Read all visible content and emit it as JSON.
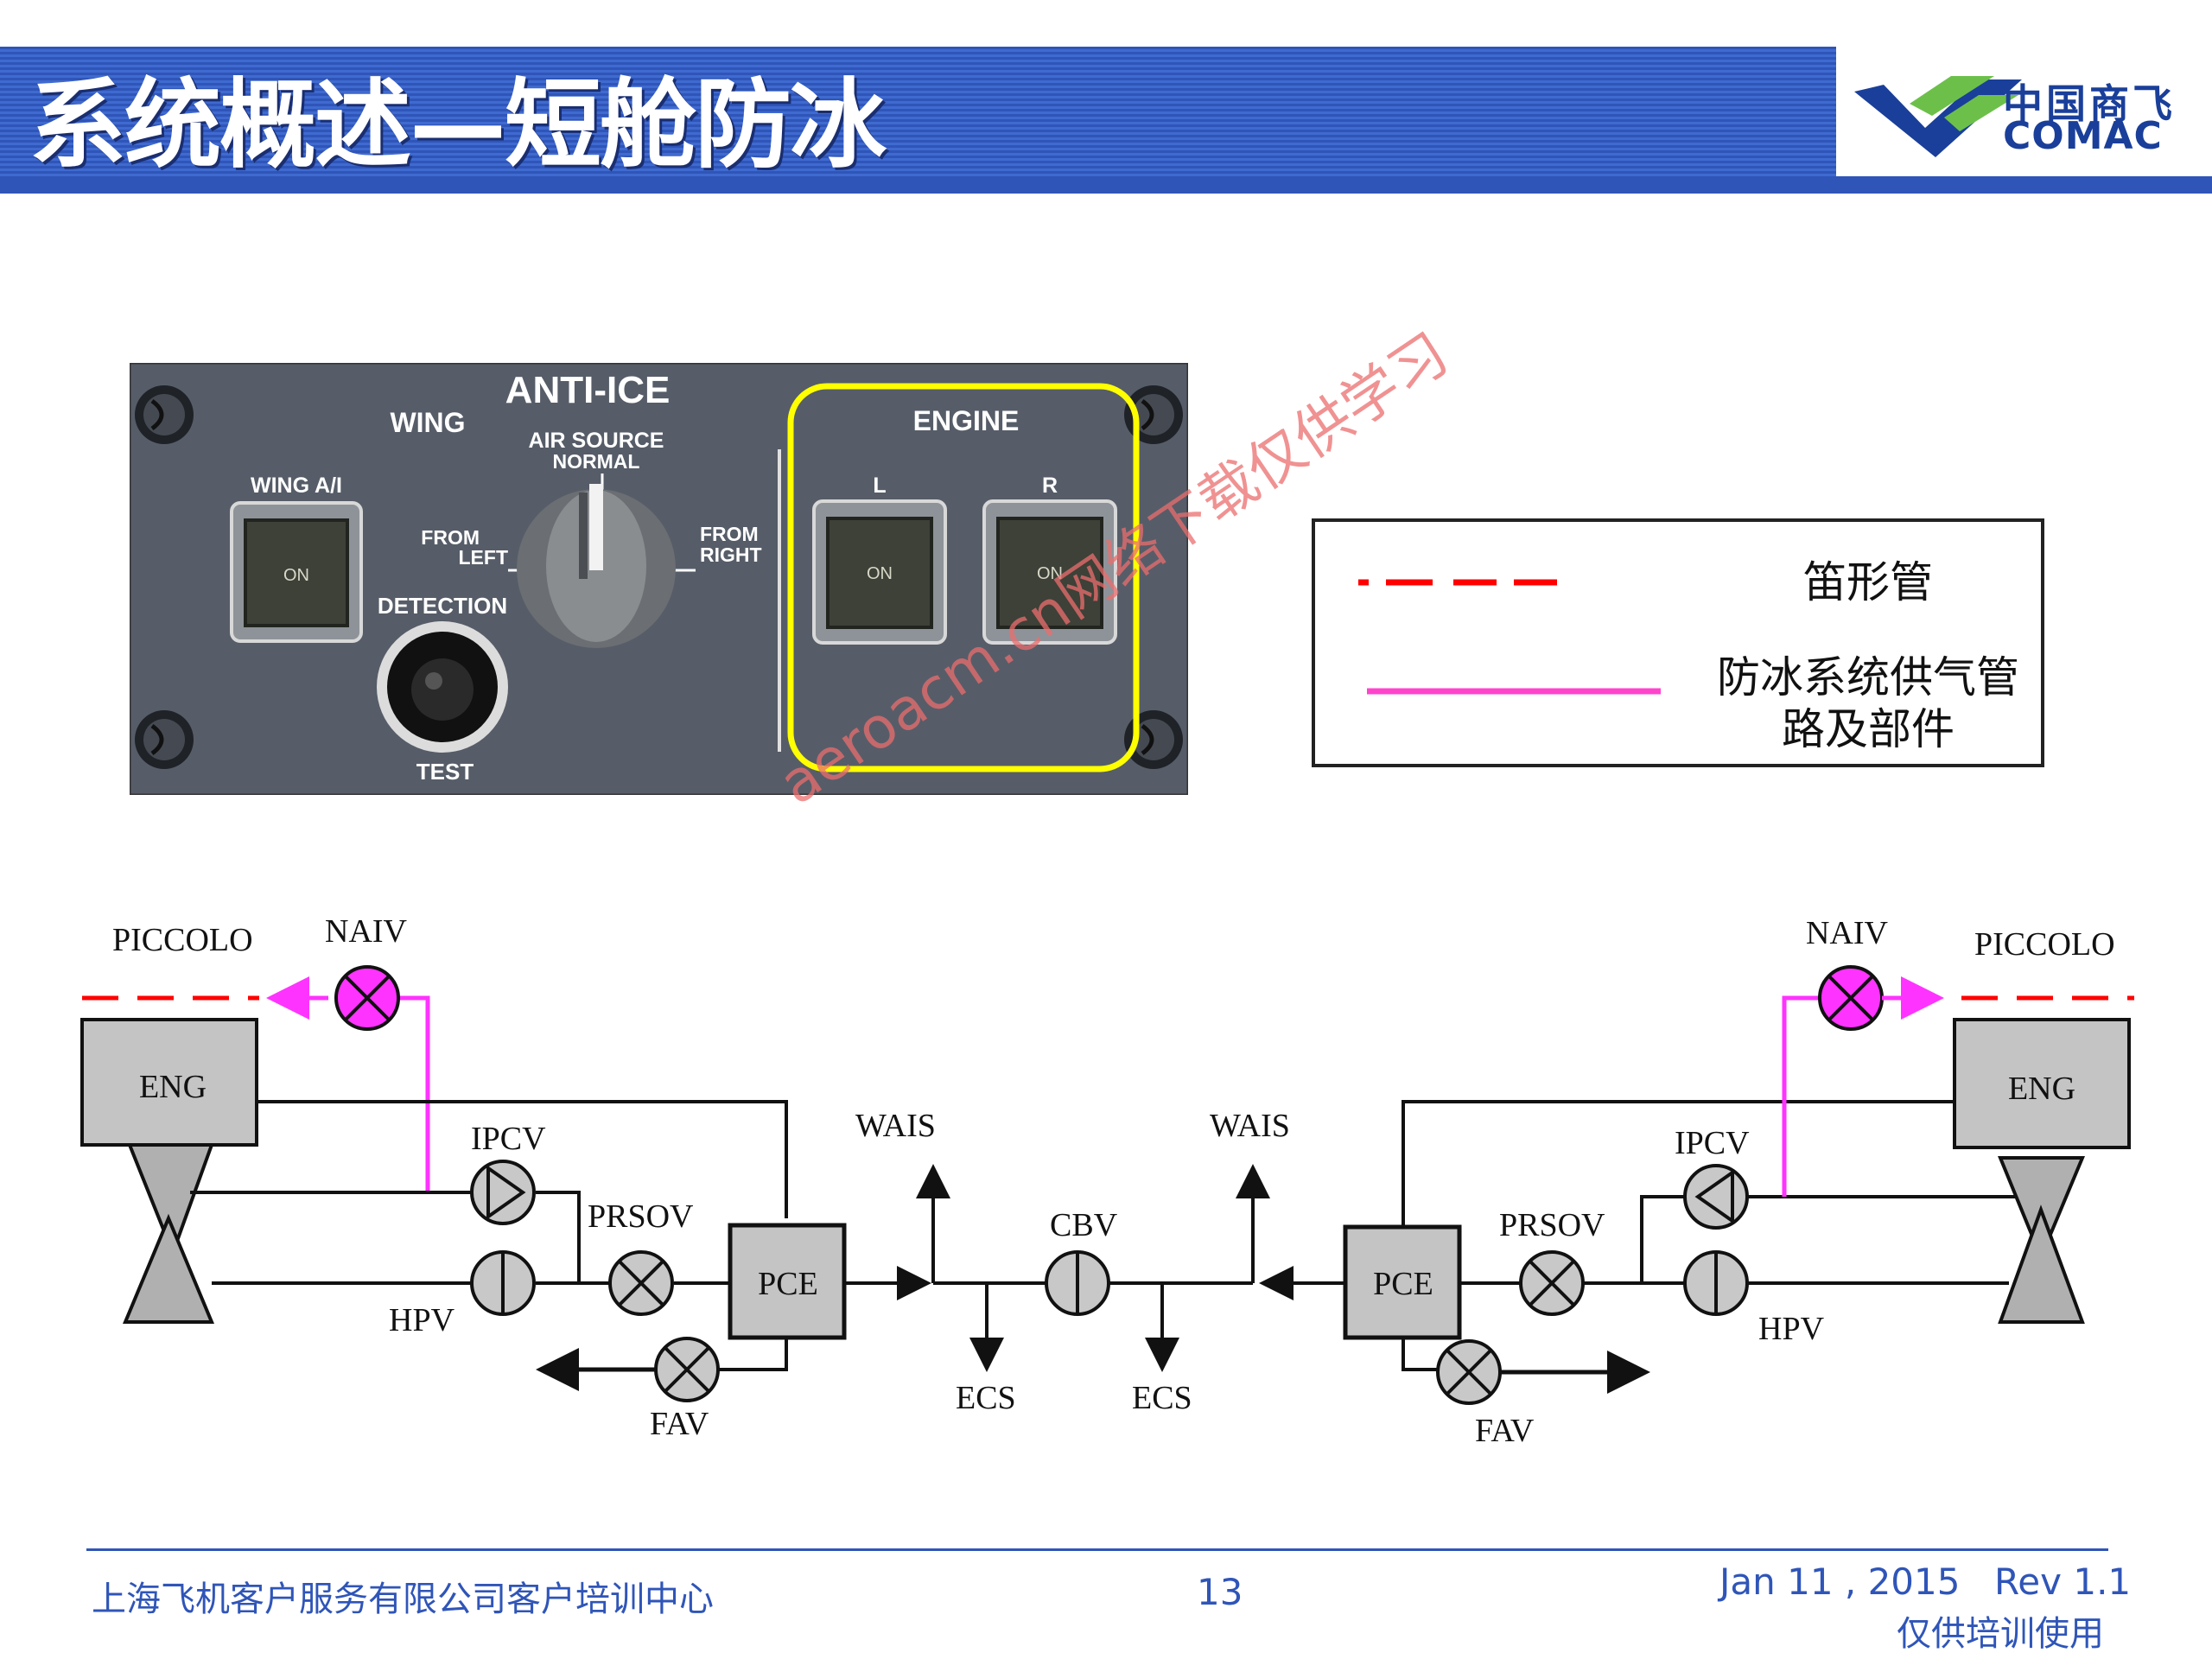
{
  "header": {
    "title": "系统概述—短舱防冰",
    "logo_cn": "中国商飞",
    "logo_en": "COMAC",
    "colors": {
      "title_bar": "#2f55b8",
      "logo_blue": "#1a3f9a",
      "logo_green": "#6cc04a"
    }
  },
  "panel": {
    "title": "ANTI-ICE",
    "wing_label": "WING",
    "wing_switch_label": "WING A/I",
    "air_source_label": "AIR SOURCE",
    "normal_label": "NORMAL",
    "from_left_1": "FROM",
    "from_left_2": "LEFT",
    "from_right_1": "FROM",
    "from_right_2": "RIGHT",
    "detection_label": "DETECTION",
    "test_label": "TEST",
    "engine_label": "ENGINE",
    "left_label": "L",
    "right_label": "R",
    "on_label": "ON",
    "colors": {
      "panel": "#565d68",
      "highlight": "#ffff00"
    }
  },
  "legend": {
    "piccolo_text": "笛形管",
    "supply_text_1": "防冰系统供气管",
    "supply_text_2": "路及部件",
    "colors": {
      "piccolo": "#ff0000",
      "supply": "#ff44cc"
    }
  },
  "watermark": "aeroacm.cn网络下载仅供学习",
  "schematic": {
    "piccolo": "PICCOLO",
    "naiv": "NAIV",
    "eng": "ENG",
    "ipcv": "IPCV",
    "prsov": "PRSOV",
    "hpv": "HPV",
    "pce": "PCE",
    "fav": "FAV",
    "wais": "WAIS",
    "cbv": "CBV",
    "ecs": "ECS",
    "colors": {
      "naiv_fill": "#ff33ff",
      "valve_fill": "#c8c8c8",
      "box_fill": "#c4c4c4"
    }
  },
  "footer": {
    "company": "上海飞机客户服务有限公司客户培训中心",
    "page": "13",
    "date": "Jan 11 , 2015",
    "rev": "Rev 1.1",
    "note": "仅供培训使用"
  }
}
